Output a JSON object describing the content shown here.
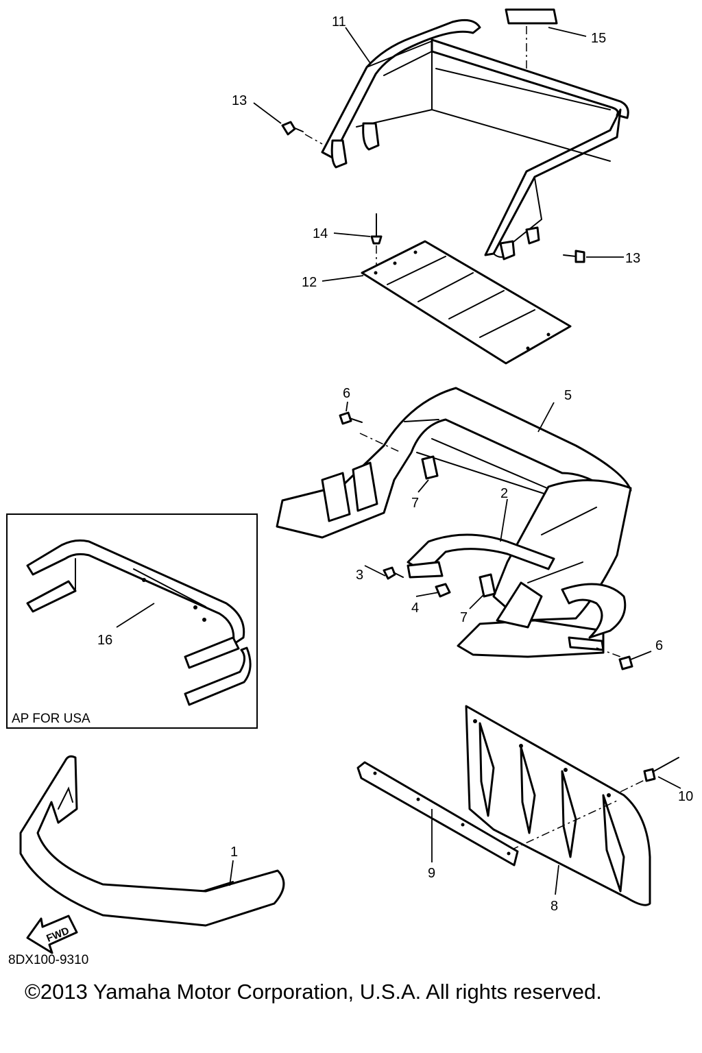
{
  "callouts": {
    "c1": "1",
    "c2": "2",
    "c3": "3",
    "c4": "4",
    "c5": "5",
    "c6a": "6",
    "c6b": "6",
    "c7a": "7",
    "c7b": "7",
    "c8": "8",
    "c9": "9",
    "c10": "10",
    "c11": "11",
    "c12": "12",
    "c13a": "13",
    "c13b": "13",
    "c14": "14",
    "c15": "15",
    "c16": "16"
  },
  "inset_label": "AP FOR USA",
  "fwd_label": "FWD",
  "diagram_code": "8DX100-9310",
  "copyright": "©2013 Yamaha Motor Corporation, U.S.A. All rights reserved.",
  "colors": {
    "line": "#000000",
    "background": "#ffffff"
  },
  "icons": {
    "forward_arrow": "fwd-arrow-icon"
  }
}
